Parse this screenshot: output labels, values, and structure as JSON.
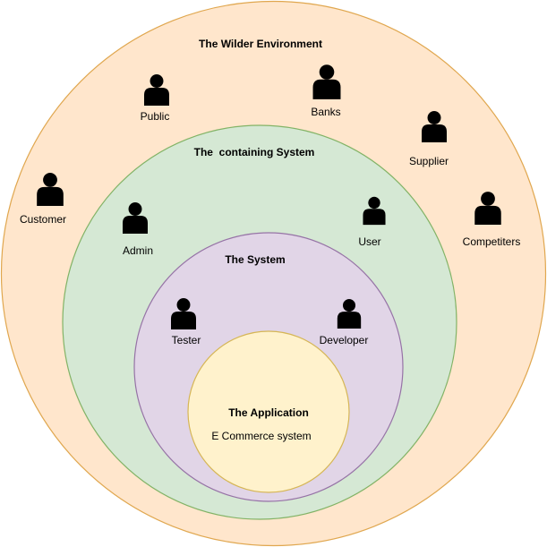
{
  "colors": {
    "wilder_fill": "#ffe6cc",
    "wilder_stroke": "#e0a74f",
    "containing_fill": "#d5e8d4",
    "containing_stroke": "#82b366",
    "system_fill": "#e1d5e7",
    "system_stroke": "#9673a6",
    "application_fill": "#fff2cc",
    "application_stroke": "#d6b656",
    "actor_fill": "#f5f5f5",
    "actor_stroke": "#666666"
  },
  "environments": {
    "wilder": {
      "title": "The Wilder Environment"
    },
    "containing": {
      "title": "The  containing System"
    },
    "system": {
      "title": "The System"
    },
    "application": {
      "title": "The Application",
      "subtitle": "E Commerce system"
    }
  },
  "actors": {
    "public": {
      "label": "Public",
      "icon": "person-icon"
    },
    "banks": {
      "label": "Banks",
      "icon": "person-icon"
    },
    "supplier": {
      "label": "Supplier",
      "icon": "person-icon"
    },
    "customer": {
      "label": "Customer",
      "icon": "person-icon"
    },
    "competitors": {
      "label": "Competiters",
      "icon": "person-icon"
    },
    "admin": {
      "label": "Admin",
      "icon": "person-icon"
    },
    "user": {
      "label": "User",
      "icon": "person-icon"
    },
    "tester": {
      "label": "Tester",
      "icon": "person-icon"
    },
    "developer": {
      "label": "Developer",
      "icon": "person-icon"
    }
  }
}
